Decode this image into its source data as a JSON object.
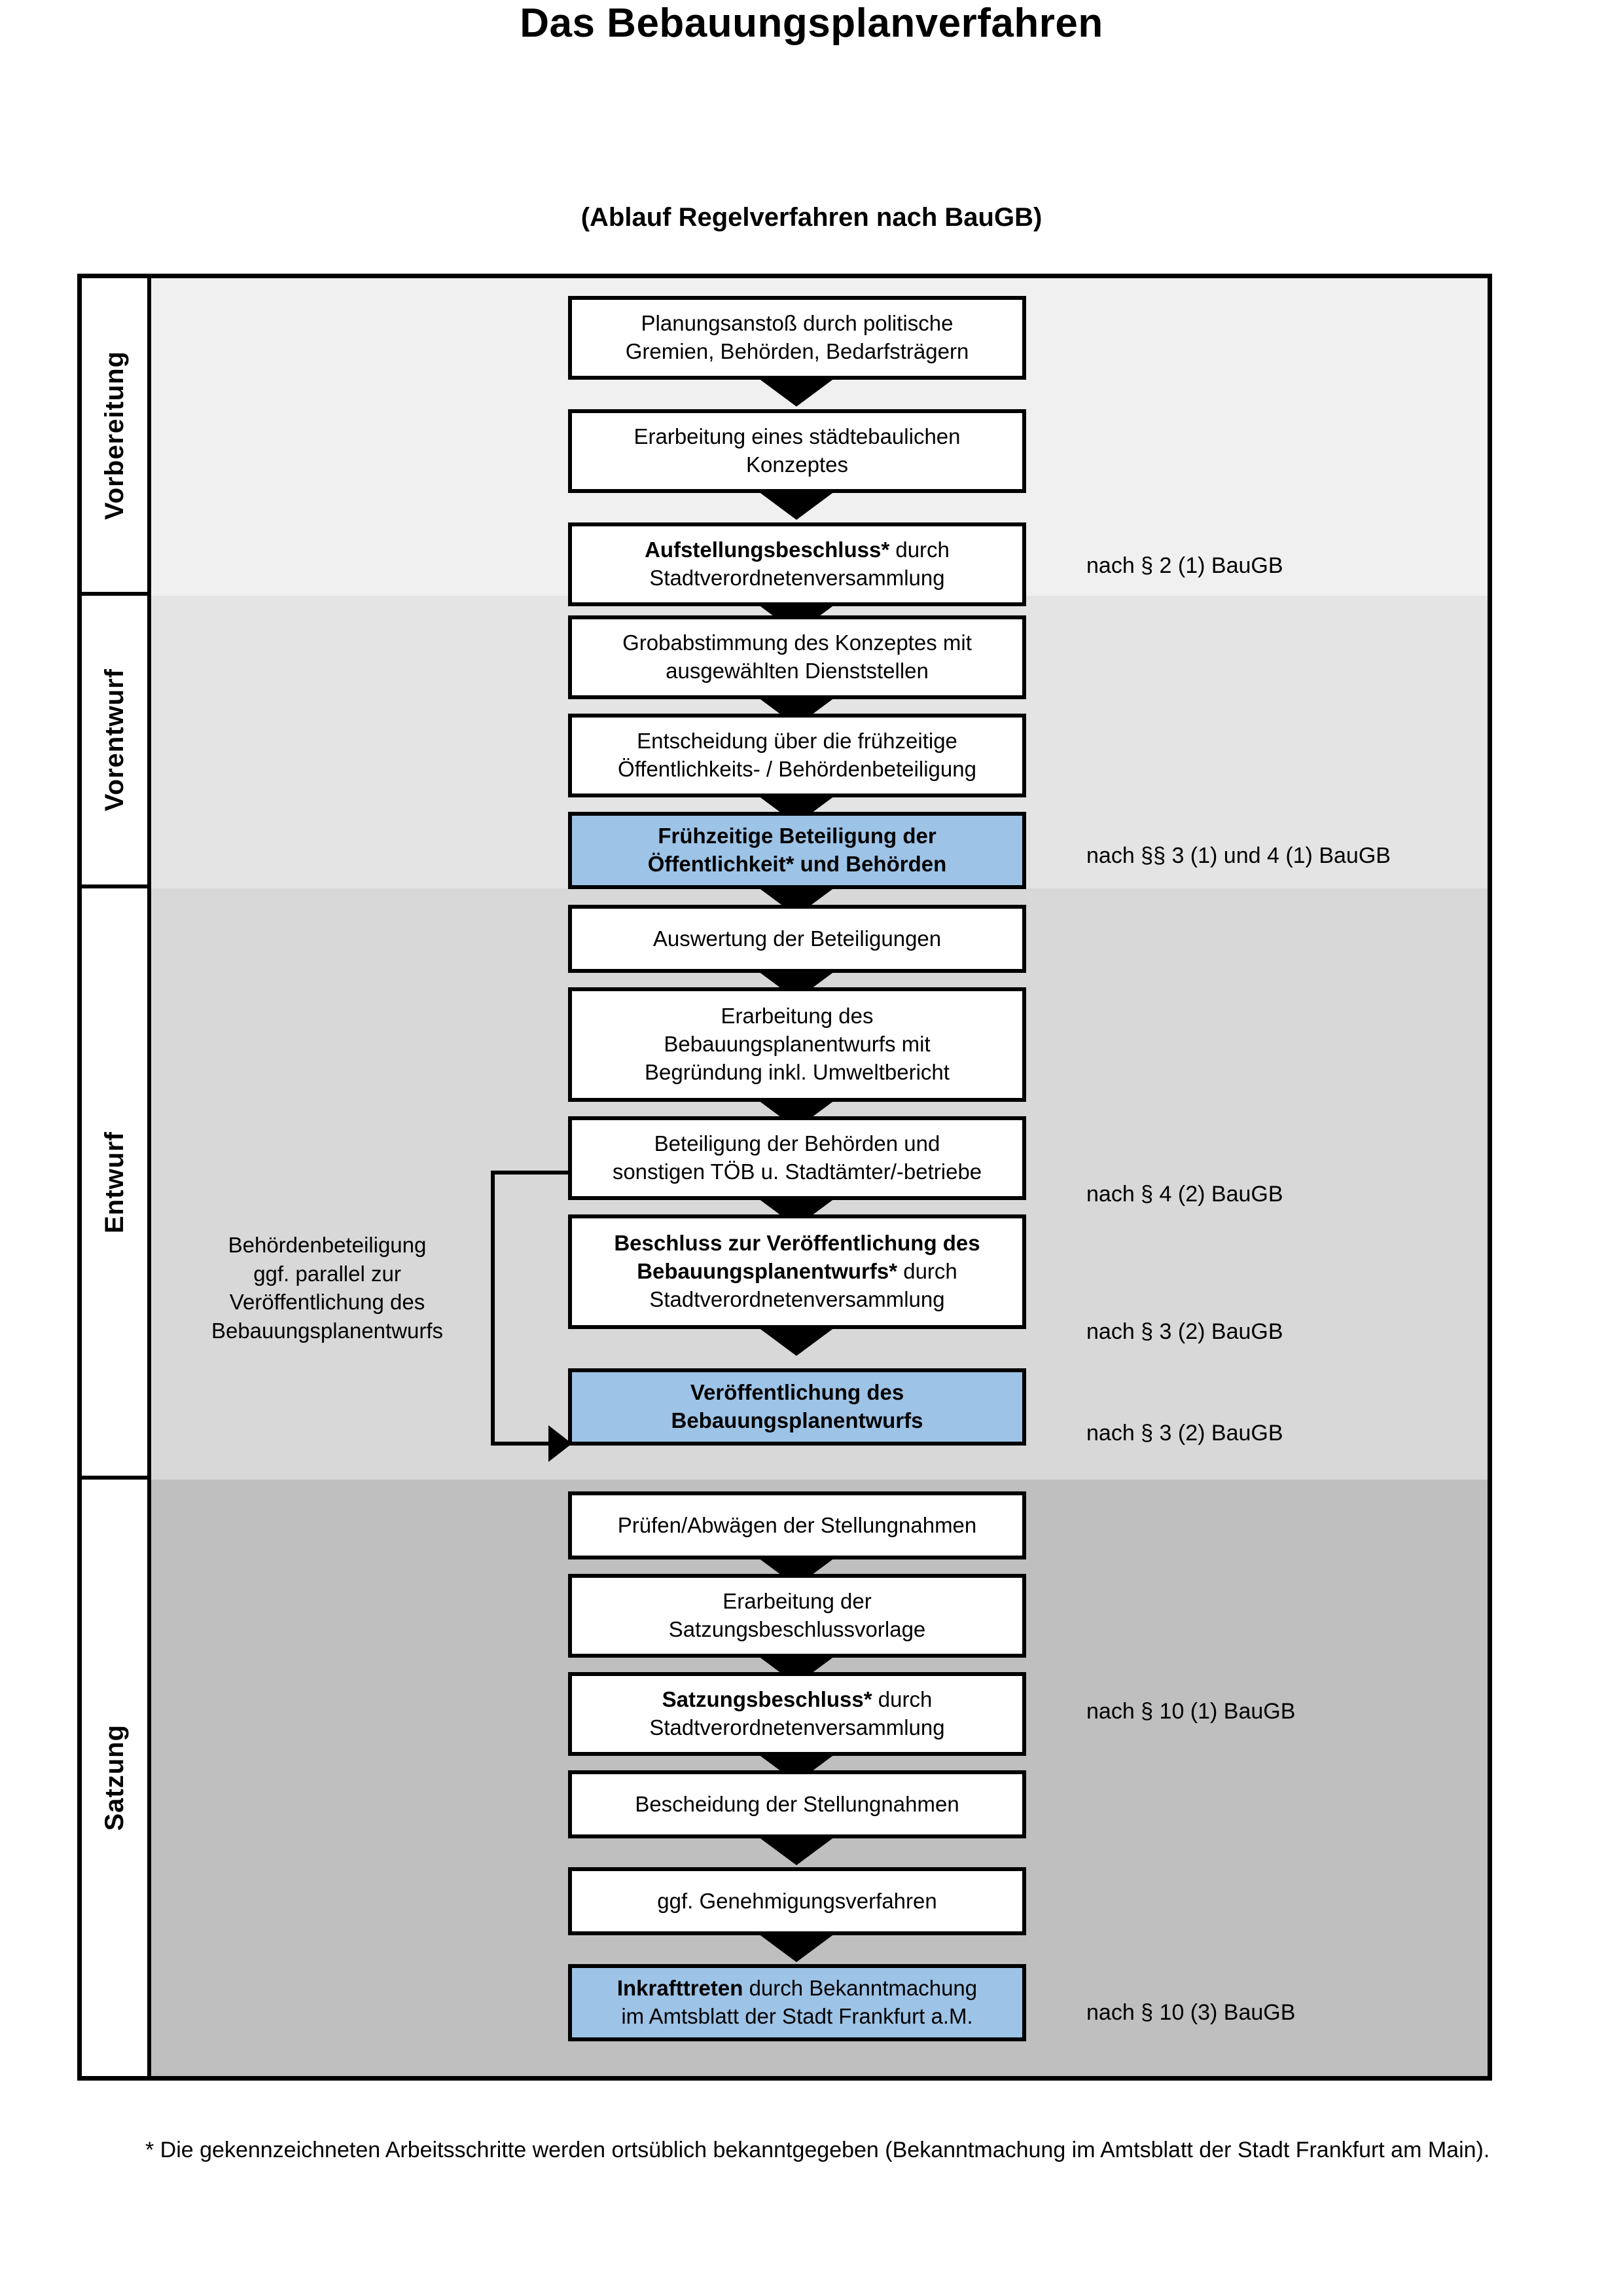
{
  "header": {
    "title": "Das Bebauungsplanverfahren",
    "subtitle": "(Ablauf Regelverfahren nach BauGB)"
  },
  "phases": [
    {
      "id": "vorbereitung",
      "label": "Vorbereitung"
    },
    {
      "id": "vorentwurf",
      "label": "Vorentwurf"
    },
    {
      "id": "entwurf",
      "label": "Entwurf"
    },
    {
      "id": "satzung",
      "label": "Satzung"
    }
  ],
  "nodes": [
    {
      "id": "n1",
      "phase": "vorbereitung",
      "highlight": false,
      "line1": "Planungsanstoß durch politische",
      "line2": "Gremien, Behörden, Bedarfsträgern"
    },
    {
      "id": "n2",
      "phase": "vorbereitung",
      "highlight": false,
      "line1": "Erarbeitung eines städtebaulichen",
      "line2": "Konzeptes"
    },
    {
      "id": "n3",
      "phase": "vorbereitung",
      "highlight": false,
      "bold1": "Aufstellungsbeschluss*",
      "rest1": " durch",
      "line2": "Stadtverordnetenversammlung"
    },
    {
      "id": "n4",
      "phase": "vorentwurf",
      "highlight": false,
      "line1": "Grobabstimmung des Konzeptes mit",
      "line2": "ausgewählten Dienststellen"
    },
    {
      "id": "n5",
      "phase": "vorentwurf",
      "highlight": false,
      "line1": "Entscheidung über die frühzeitige",
      "line2": "Öffentlichkeits- / Behördenbeteiligung"
    },
    {
      "id": "n6",
      "phase": "vorentwurf",
      "highlight": true,
      "bold1": "Frühzeitige Beteiligung der",
      "bold2": "Öffentlichkeit* und Behörden"
    },
    {
      "id": "n7",
      "phase": "entwurf",
      "highlight": false,
      "line1": "Auswertung der Beteiligungen"
    },
    {
      "id": "n8",
      "phase": "entwurf",
      "highlight": false,
      "line1": "Erarbeitung des",
      "line2": "Bebauungsplanentwurfs mit",
      "line3": "Begründung inkl. Umweltbericht"
    },
    {
      "id": "n9",
      "phase": "entwurf",
      "highlight": false,
      "line1": "Beteiligung der Behörden und",
      "line2": "sonstigen TÖB u. Stadtämter/-betriebe"
    },
    {
      "id": "n10",
      "phase": "entwurf",
      "highlight": false,
      "bold1": "Beschluss zur Veröffentlichung des",
      "bold2": "Bebauungsplanentwurfs*",
      "rest2": " durch",
      "line3": "Stadtverordnetenversammlung"
    },
    {
      "id": "n11",
      "phase": "entwurf",
      "highlight": true,
      "bold1": "Veröffentlichung des",
      "bold2": "Bebauungsplanentwurfs"
    },
    {
      "id": "n12",
      "phase": "satzung",
      "highlight": false,
      "line1": "Prüfen/Abwägen der Stellungnahmen"
    },
    {
      "id": "n13",
      "phase": "satzung",
      "highlight": false,
      "line1": "Erarbeitung der",
      "line2": "Satzungsbeschlussvorlage"
    },
    {
      "id": "n14",
      "phase": "satzung",
      "highlight": false,
      "bold1": "Satzungsbeschluss*",
      "rest1": " durch",
      "line2": "Stadtverordnetenversammlung"
    },
    {
      "id": "n15",
      "phase": "satzung",
      "highlight": false,
      "line1": "Bescheidung der Stellungnahmen"
    },
    {
      "id": "n16",
      "phase": "satzung",
      "highlight": false,
      "line1": "ggf. Genehmigungsverfahren"
    },
    {
      "id": "n17",
      "phase": "satzung",
      "highlight": true,
      "bold1": "Inkrafttreten",
      "rest1": " durch Bekanntmachung",
      "line2": "im Amtsblatt der Stadt Frankfurt a.M."
    }
  ],
  "references": [
    {
      "id": "r1",
      "text": "nach § 2 (1) BauGB"
    },
    {
      "id": "r2",
      "text": "nach §§ 3 (1) und 4 (1) BauGB"
    },
    {
      "id": "r3",
      "text": "nach § 4 (2) BauGB"
    },
    {
      "id": "r4",
      "text": "nach § 3 (2) BauGB"
    },
    {
      "id": "r5",
      "text": "nach § 3 (2) BauGB"
    },
    {
      "id": "r6",
      "text": "nach § 10 (1) BauGB"
    },
    {
      "id": "r7",
      "text": "nach § 10 (3) BauGB"
    }
  ],
  "side_note": {
    "line1": "Behördenbeteiligung",
    "line2": "ggf. parallel zur",
    "line3": "Veröffentlichung des",
    "line4": "Bebauungsplanentwurfs"
  },
  "footnote": {
    "text": "* Die gekennzeichneten Arbeitsschritte werden ortsüblich bekanntgegeben (Bekanntmachung im Amtsblatt  der Stadt Frankfurt am Main)."
  },
  "colors": {
    "highlight_fill": "#9dc3e6",
    "band_vorbereitung": "#f0f0f0",
    "band_vorentwurf": "#e4e4e4",
    "band_entwurf": "#d8d8d8",
    "band_satzung": "#bfbfbf",
    "outline": "#000000"
  }
}
